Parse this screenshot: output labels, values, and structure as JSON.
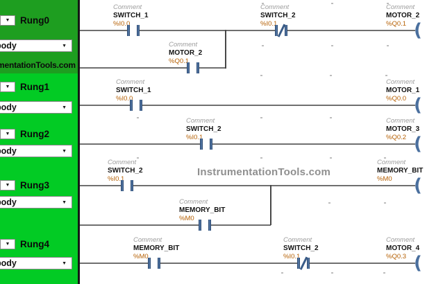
{
  "icons": {
    "dropdown_arrow": "▼",
    "coil_glyph": "("
  },
  "watermarks": {
    "sidebar": "mentationTools.com",
    "main": "InstrumentationTools.com"
  },
  "sidebar": {
    "rungs": [
      {
        "label": "Rung0",
        "dropdown": "body"
      },
      {
        "label": "Rung1",
        "dropdown": "body"
      },
      {
        "label": "Rung2",
        "dropdown": "body"
      },
      {
        "label": "Rung3",
        "dropdown": "body"
      },
      {
        "label": "Rung4",
        "dropdown": "body"
      }
    ]
  },
  "ladder": {
    "comment_label": "Comment",
    "rungs": [
      {
        "name": "Rung0",
        "contacts": [
          {
            "name": "SWITCH_1",
            "address": "%I0.0",
            "type": "NO"
          },
          {
            "name": "MOTOR_2",
            "address": "%Q0.1",
            "type": "NO",
            "branch": true
          },
          {
            "name": "SWITCH_2",
            "address": "%I0.1",
            "type": "NC"
          }
        ],
        "coil": {
          "name": "MOTOR_2",
          "address": "%Q0.1"
        }
      },
      {
        "name": "Rung1",
        "contacts": [
          {
            "name": "SWITCH_1",
            "address": "%I0.0",
            "type": "NO"
          }
        ],
        "coil": {
          "name": "MOTOR_1",
          "address": "%Q0.0"
        }
      },
      {
        "name": "Rung2",
        "contacts": [
          {
            "name": "SWITCH_2",
            "address": "%I0.1",
            "type": "NO"
          }
        ],
        "coil": {
          "name": "MOTOR_3",
          "address": "%Q0.2"
        }
      },
      {
        "name": "Rung3",
        "contacts": [
          {
            "name": "SWITCH_2",
            "address": "%I0.1",
            "type": "NO"
          },
          {
            "name": "MEMORY_BIT",
            "address": "%M0",
            "type": "NO",
            "branch": true
          }
        ],
        "coil": {
          "name": "MEMORY_BIT",
          "address": "%M0"
        }
      },
      {
        "name": "Rung4",
        "contacts": [
          {
            "name": "MEMORY_BIT",
            "address": "%M0",
            "type": "NO"
          },
          {
            "name": "SWITCH_2",
            "address": "%I0.1",
            "type": "NC"
          }
        ],
        "coil": {
          "name": "MOTOR_4",
          "address": "%Q0.3"
        }
      }
    ]
  }
}
